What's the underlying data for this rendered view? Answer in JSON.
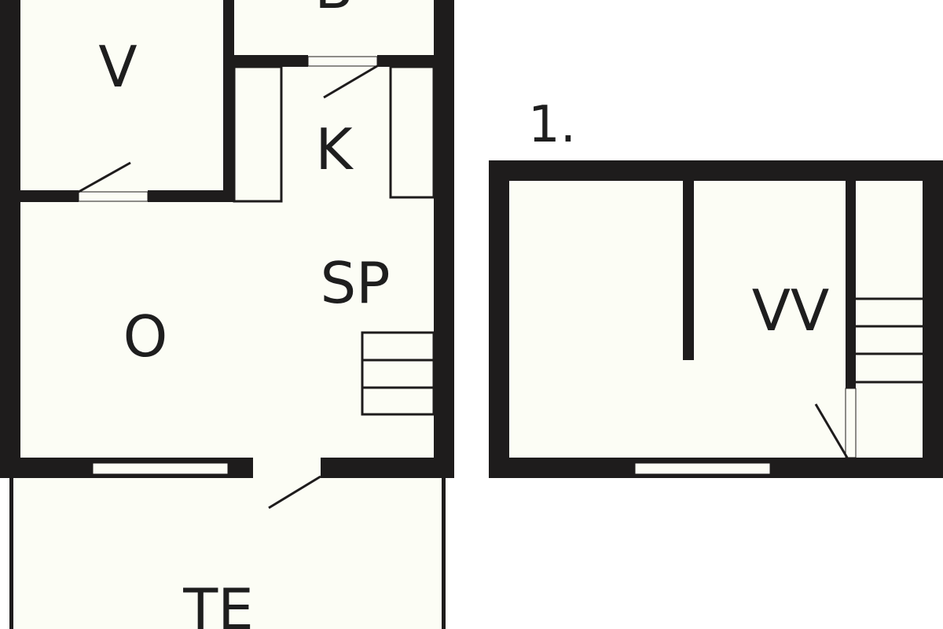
{
  "floor_label": "1.",
  "rooms": {
    "b": "B",
    "v": "V",
    "k": "K",
    "sp": "SP",
    "o": "O",
    "te": "TE",
    "vv": "VV"
  },
  "colors": {
    "wall": "#1e1c1c",
    "floor": "#fcfdf5",
    "background": "#ffffff"
  }
}
